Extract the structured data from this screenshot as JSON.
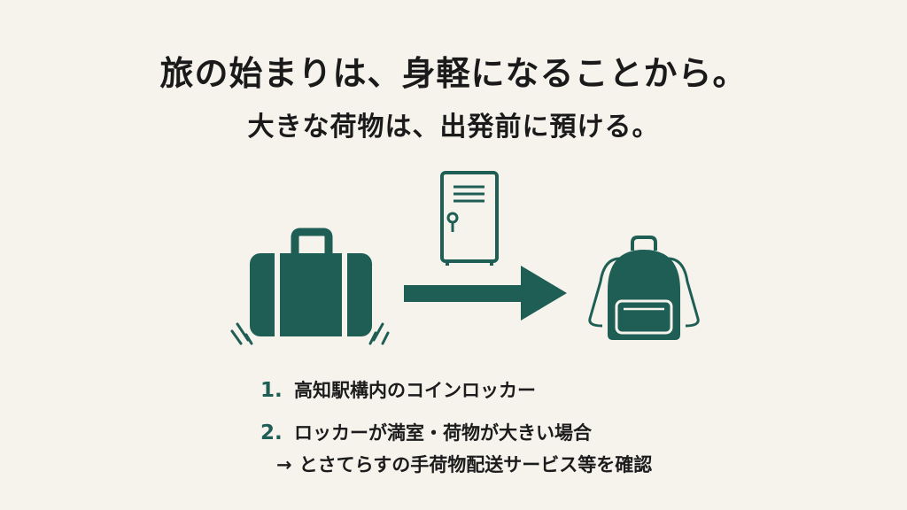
{
  "title": "旅の始まりは、身軽になることから。",
  "subtitle": "大きな荷物は、出発前に預ける。",
  "steps": [
    {
      "number": "1.",
      "text": "高知駅構内のコインロッカー"
    },
    {
      "number": "2.",
      "text": "ロッカーが満室・荷物が大きい場合"
    }
  ],
  "step_note": {
    "arrow": "→",
    "text": "とさてらすの手荷物配送サービス等を確認"
  },
  "colors": {
    "background": "#f6f3ed",
    "accent": "#1e5e54",
    "text": "#1c1c1c"
  },
  "icons": [
    "suitcase-icon",
    "locker-icon",
    "arrow-right-icon",
    "backpack-icon"
  ]
}
